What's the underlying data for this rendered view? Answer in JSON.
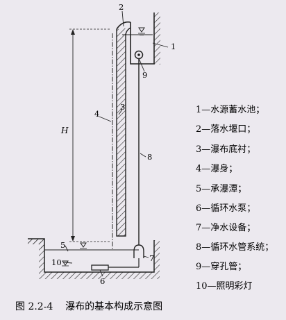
{
  "diagram": {
    "labels": {
      "n1": "1",
      "n2": "2",
      "n3": "3",
      "n4": "4",
      "n5": "5",
      "n6": "6",
      "n7": "7",
      "n8": "8",
      "n9": "9",
      "n10": "10",
      "height": "H"
    },
    "legend": [
      "1—水源蓄水池；",
      "2—落水堰口；",
      "3—瀑布底衬；",
      "4—瀑身；",
      "5—承瀑潭；",
      "6—循环水泵；",
      "7—净水设备；",
      "8—循环水管系统；",
      "9—穿孔管；",
      "10—照明彩灯"
    ],
    "caption": "图 2.2-4    瀑布的基本构成示意图"
  }
}
